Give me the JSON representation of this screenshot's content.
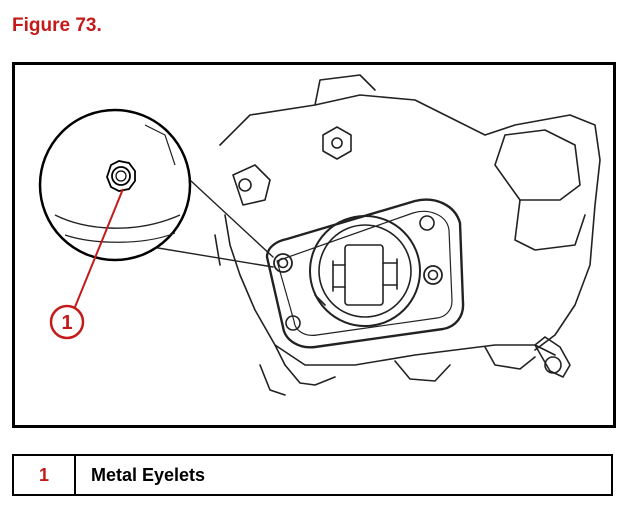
{
  "figure": {
    "title": "Figure 73.",
    "accent_color": "#c41a1a",
    "callout": {
      "number": "1"
    }
  },
  "legend": {
    "rows": [
      {
        "number": "1",
        "label": "Metal Eyelets"
      }
    ]
  }
}
